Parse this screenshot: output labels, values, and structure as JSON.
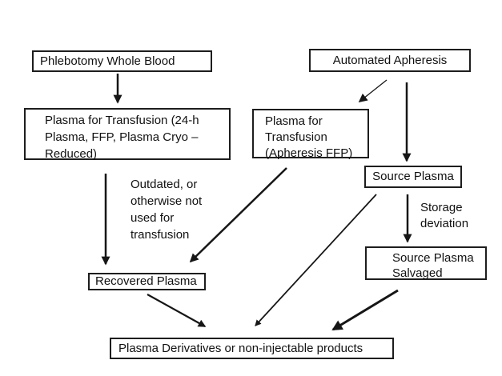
{
  "diagram": {
    "background_color": "#ffffff",
    "line_color": "#161616",
    "box_border_color": "#1d1d1d",
    "nodes": {
      "phlebotomy": {
        "label": "Phlebotomy Whole Blood"
      },
      "plasma24h": {
        "label": "Plasma for Transfusion (24-h\nPlasma, FFP, Plasma Cryo –\nReduced)"
      },
      "apheresis": {
        "label": "Automated Apheresis"
      },
      "apheresis_ffp": {
        "label": "Plasma for\nTransfusion\n(Apheresis FFP)"
      },
      "source_plasma": {
        "label": "Source Plasma"
      },
      "salvaged": {
        "label": "Source Plasma\nSalvaged"
      },
      "recovered": {
        "label": "Recovered Plasma"
      },
      "derivatives": {
        "label": "Plasma Derivatives or non-injectable products"
      }
    },
    "edge_labels": {
      "outdated": "Outdated, or\notherwise not\nused for\ntransfusion",
      "storage_deviation": "Storage\ndeviation"
    },
    "edges": [
      {
        "from": "phlebotomy",
        "to": "plasma24h",
        "label": ""
      },
      {
        "from": "apheresis",
        "to": "apheresis_ffp",
        "label": ""
      },
      {
        "from": "apheresis",
        "to": "source_plasma",
        "label": ""
      },
      {
        "from": "plasma24h",
        "to": "recovered",
        "label": "Outdated, or otherwise not used for transfusion"
      },
      {
        "from": "apheresis_ffp",
        "to": "recovered",
        "label": ""
      },
      {
        "from": "source_plasma",
        "to": "derivatives",
        "label": ""
      },
      {
        "from": "source_plasma",
        "to": "salvaged",
        "label": "Storage deviation"
      },
      {
        "from": "recovered",
        "to": "derivatives",
        "label": ""
      },
      {
        "from": "salvaged",
        "to": "derivatives",
        "label": ""
      }
    ]
  }
}
